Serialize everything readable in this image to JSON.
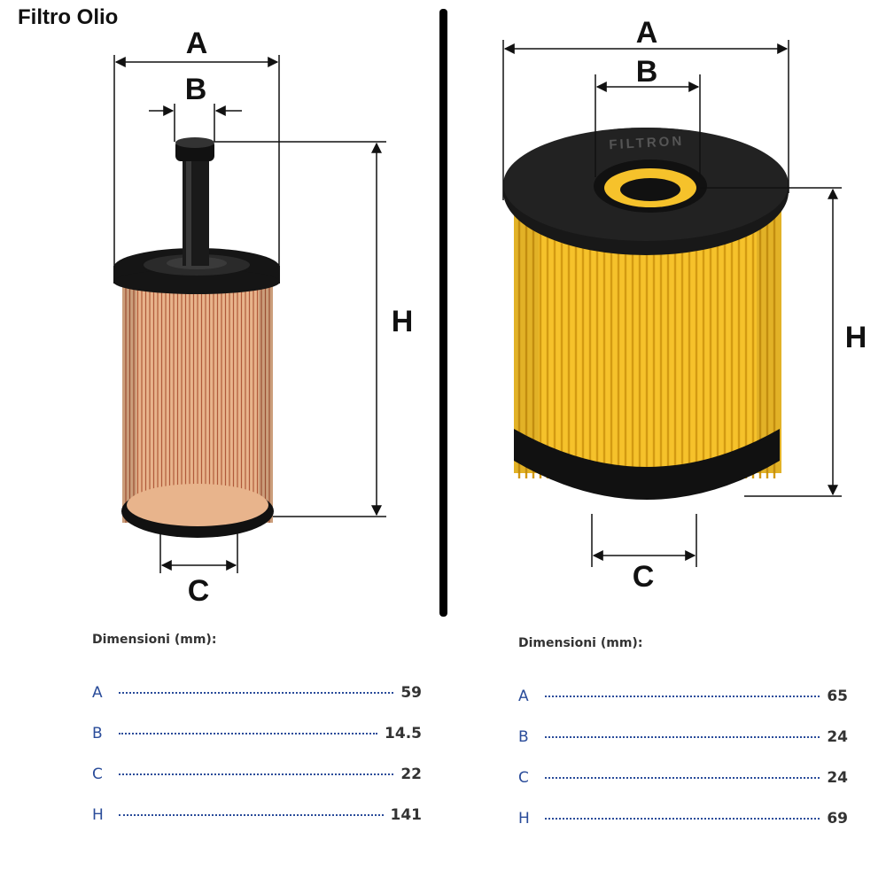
{
  "title": "Filtro Olio",
  "left": {
    "brand": "",
    "labels": {
      "A": "A",
      "B": "B",
      "C": "C",
      "H": "H"
    },
    "dims_heading": "Dimensioni (mm):",
    "dims": [
      {
        "key": "A",
        "value": "59"
      },
      {
        "key": "B",
        "value": "14.5"
      },
      {
        "key": "C",
        "value": "22"
      },
      {
        "key": "H",
        "value": "141"
      }
    ]
  },
  "right": {
    "brand": "FILTRON",
    "labels": {
      "A": "A",
      "B": "B",
      "C": "C",
      "H": "H"
    },
    "dims_heading": "Dimensioni (mm):",
    "dims": [
      {
        "key": "A",
        "value": "65"
      },
      {
        "key": "B",
        "value": "24"
      },
      {
        "key": "C",
        "value": "24"
      },
      {
        "key": "H",
        "value": "69"
      }
    ]
  },
  "colors": {
    "left_pleats": "#e8b48c",
    "left_pleat_line": "#b05a3a",
    "right_pleats": "#f6c22b",
    "right_pleat_line": "#d39a12",
    "rubber": "#111111",
    "dims_key": "#2a4c9a",
    "dims_value": "#333333"
  }
}
